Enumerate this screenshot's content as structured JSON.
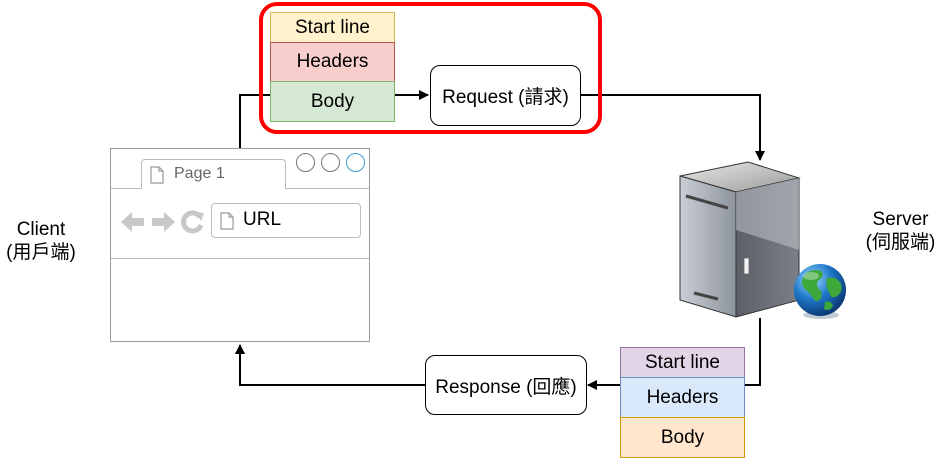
{
  "request_message": {
    "start_line": "Start line",
    "headers": "Headers",
    "body": "Body",
    "colors": {
      "start_line": "#fff2cc",
      "start_line_border": "#d6b656",
      "headers": "#f8cecc",
      "headers_border": "#b85450",
      "body": "#d5e8d4",
      "body_border": "#82b366"
    }
  },
  "request_label": "Request (請求)",
  "response_message": {
    "start_line": "Start line",
    "headers": "Headers",
    "body": "Body",
    "colors": {
      "start_line": "#e1d5e7",
      "start_line_border": "#9673a6",
      "headers": "#dae8fc",
      "headers_border": "#6c8ebf",
      "body": "#ffe6cc",
      "body_border": "#d79b00"
    }
  },
  "response_label": "Response (回應)",
  "client": {
    "line1": "Client",
    "line2": "(用戶端)"
  },
  "server": {
    "line1": "Server",
    "line2": "(伺服端)"
  },
  "browser": {
    "tab_label": "Page 1",
    "url_text": "URL"
  },
  "highlight_color": "#ff0000"
}
